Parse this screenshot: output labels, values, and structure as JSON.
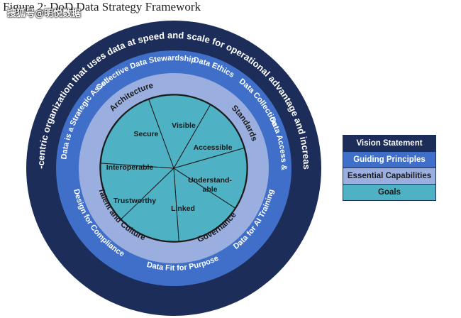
{
  "title": "Figure 2: DoD Data Strategy Framework",
  "watermark": "搜狐号@明悦数据",
  "colors": {
    "vision": "#1c2d5a",
    "principles": "#3f6fc8",
    "capabilities": "#9aaedf",
    "goals": "#4fb1c4",
    "dark_text": "#1a1a1a"
  },
  "outer_ring": {
    "text": "DoD is a data-centric organization that uses data at speed and scale for operational advantage and increased efficiency."
  },
  "principles_ring": {
    "items": [
      "Data is a Strategic Asset",
      "Collective Data Stewardship",
      "Data Ethics",
      "Data Collection",
      "Data Access & Availability",
      "Data for AI Training",
      "Data Fit for Purpose",
      "Design for Compliance"
    ]
  },
  "capabilities_ring": {
    "items": [
      "Architecture",
      "Standards",
      "Governance",
      "Talent and Culture"
    ]
  },
  "goals": {
    "items": [
      "Visible",
      "Accessible",
      "Understand-able",
      "Linked",
      "Trustworthy",
      "Interoperable",
      "Secure"
    ]
  },
  "legend": {
    "items": [
      {
        "label": "Vision Statement",
        "color": "#1c2d5a",
        "text_color": "#ffffff"
      },
      {
        "label": "Guiding Principles",
        "color": "#3f6fc8",
        "text_color": "#ffffff"
      },
      {
        "label": "Essential Capabilities",
        "color": "#9aaedf",
        "text_color": "#1a1a1a"
      },
      {
        "label": "Goals",
        "color": "#4fb1c4",
        "text_color": "#1a1a1a"
      }
    ]
  }
}
